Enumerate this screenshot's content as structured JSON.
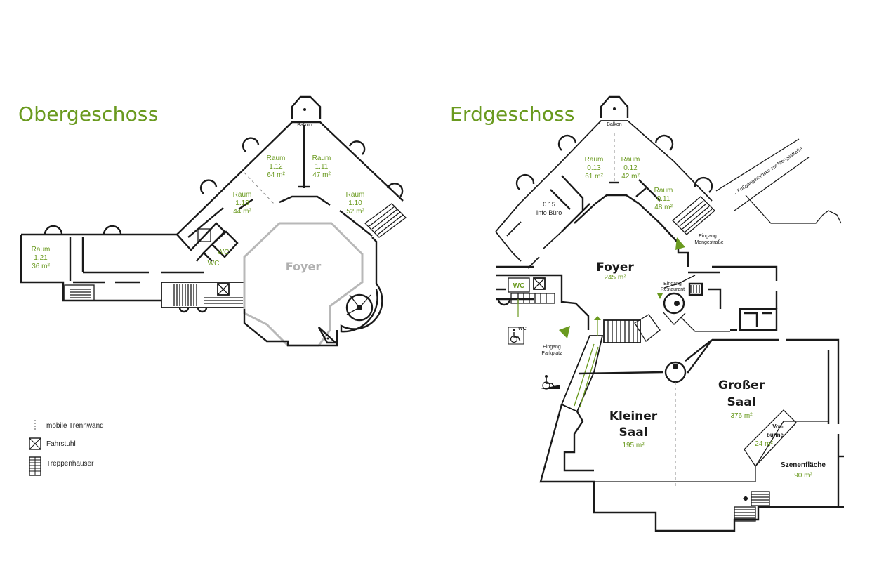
{
  "upper_floor": {
    "title": "Obergeschoss",
    "balcony": "Balkon",
    "foyer": "Foyer",
    "wc_labels": [
      "WC",
      "WC"
    ],
    "rooms": [
      {
        "label": "Raum",
        "number": "1.12",
        "area": "64 m²"
      },
      {
        "label": "Raum",
        "number": "1.11",
        "area": "47 m²"
      },
      {
        "label": "Raum",
        "number": "1.13",
        "area": "44 m²"
      },
      {
        "label": "Raum",
        "number": "1.10",
        "area": "52 m²"
      },
      {
        "label": "Raum",
        "number": "1.21",
        "area": "36 m²"
      }
    ]
  },
  "ground_floor": {
    "title": "Erdgeschoss",
    "balcony": "Balkon",
    "rooms": [
      {
        "label": "Raum",
        "number": "0.13",
        "area": "61 m²"
      },
      {
        "label": "Raum",
        "number": "0.12",
        "area": "42 m²"
      },
      {
        "label": "Raum",
        "number": "0.11",
        "area": "48 m²"
      }
    ],
    "info_office": {
      "number": "0.15",
      "name": "Info Büro"
    },
    "foyer": {
      "name": "Foyer",
      "area": "245 m²"
    },
    "wc": "WC",
    "wc_accessible": "WC",
    "entrance_menge": {
      "line1": "Eingang",
      "line2": "Mengestraße"
    },
    "entrance_restaurant": {
      "line1": "Eingang",
      "line2": "Restaurant"
    },
    "entrance_parking": {
      "line1": "Eingang",
      "line2": "Parkplatz"
    },
    "footbridge": "→ Fußgängerbrücke zur Mengestraße",
    "large_hall": {
      "line1": "Großer",
      "line2": "Saal",
      "area": "376 m²"
    },
    "small_hall": {
      "line1": "Kleiner",
      "line2": "Saal",
      "area": "195 m²"
    },
    "forestage": {
      "line1": "Vor-",
      "line2": "bühne",
      "area": "24 m²"
    },
    "stage": {
      "name": "Szenenfläche",
      "area": "90 m²"
    }
  },
  "legend": [
    {
      "icon": "dashed-line-icon",
      "label": "mobile Trennwand"
    },
    {
      "icon": "elevator-icon",
      "label": "Fahrstuhl"
    },
    {
      "icon": "stairs-icon",
      "label": "Treppenhäuser"
    }
  ],
  "colors": {
    "accent": "#6a9a1f",
    "wall": "#1a1a1a",
    "inner_wall": "#b8b8b8"
  }
}
